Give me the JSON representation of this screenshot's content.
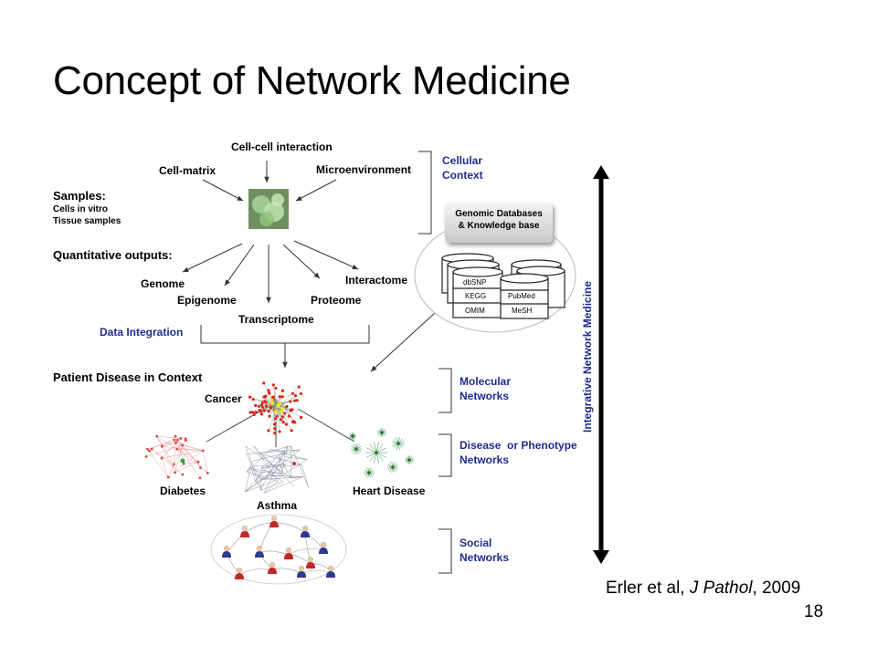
{
  "slide": {
    "title": "Concept of Network Medicine",
    "citation_authors": "Erler et al, ",
    "citation_journal": "J Pathol",
    "citation_year": ", 2009",
    "page_number": "18"
  },
  "diagram": {
    "cell_cell_interaction": "Cell-cell interaction",
    "cell_matrix": "Cell-matrix",
    "microenvironment": "Microenvironment",
    "samples_heading": "Samples:",
    "samples_items": [
      "Cells in vitro",
      "Tissue samples"
    ],
    "quantitative_outputs": "Quantitative outputs:",
    "outputs": {
      "genome": "Genome",
      "epigenome": "Epigenome",
      "transcriptome": "Transcriptome",
      "proteome": "Proteome",
      "interactome": "Interactome"
    },
    "data_integration": "Data Integration",
    "patient_disease": "Patient Disease in Context",
    "diseases": {
      "cancer": "Cancer",
      "diabetes": "Diabetes",
      "asthma": "Asthma",
      "heart_disease": "Heart Disease"
    },
    "genomic_databases": [
      "Genomic Databases",
      "& Knowledge base"
    ],
    "databases": [
      "dbSNP",
      "KEGG",
      "OMIM",
      "PubMed",
      "MeSH"
    ],
    "contexts": {
      "cellular": [
        "Cellular",
        "Context"
      ],
      "molecular": [
        "Molecular",
        "Networks"
      ],
      "disease": [
        "Disease  or Phenotype",
        "Networks"
      ],
      "social": [
        "Social",
        "Networks"
      ]
    },
    "vertical_axis_label": "Integrative Network Medicine"
  },
  "colors": {
    "context_blue": "#1f2d8f",
    "cancer_red": "#e0201c",
    "network_green": "#2e8b3c",
    "axis_arrow": "#000000"
  }
}
